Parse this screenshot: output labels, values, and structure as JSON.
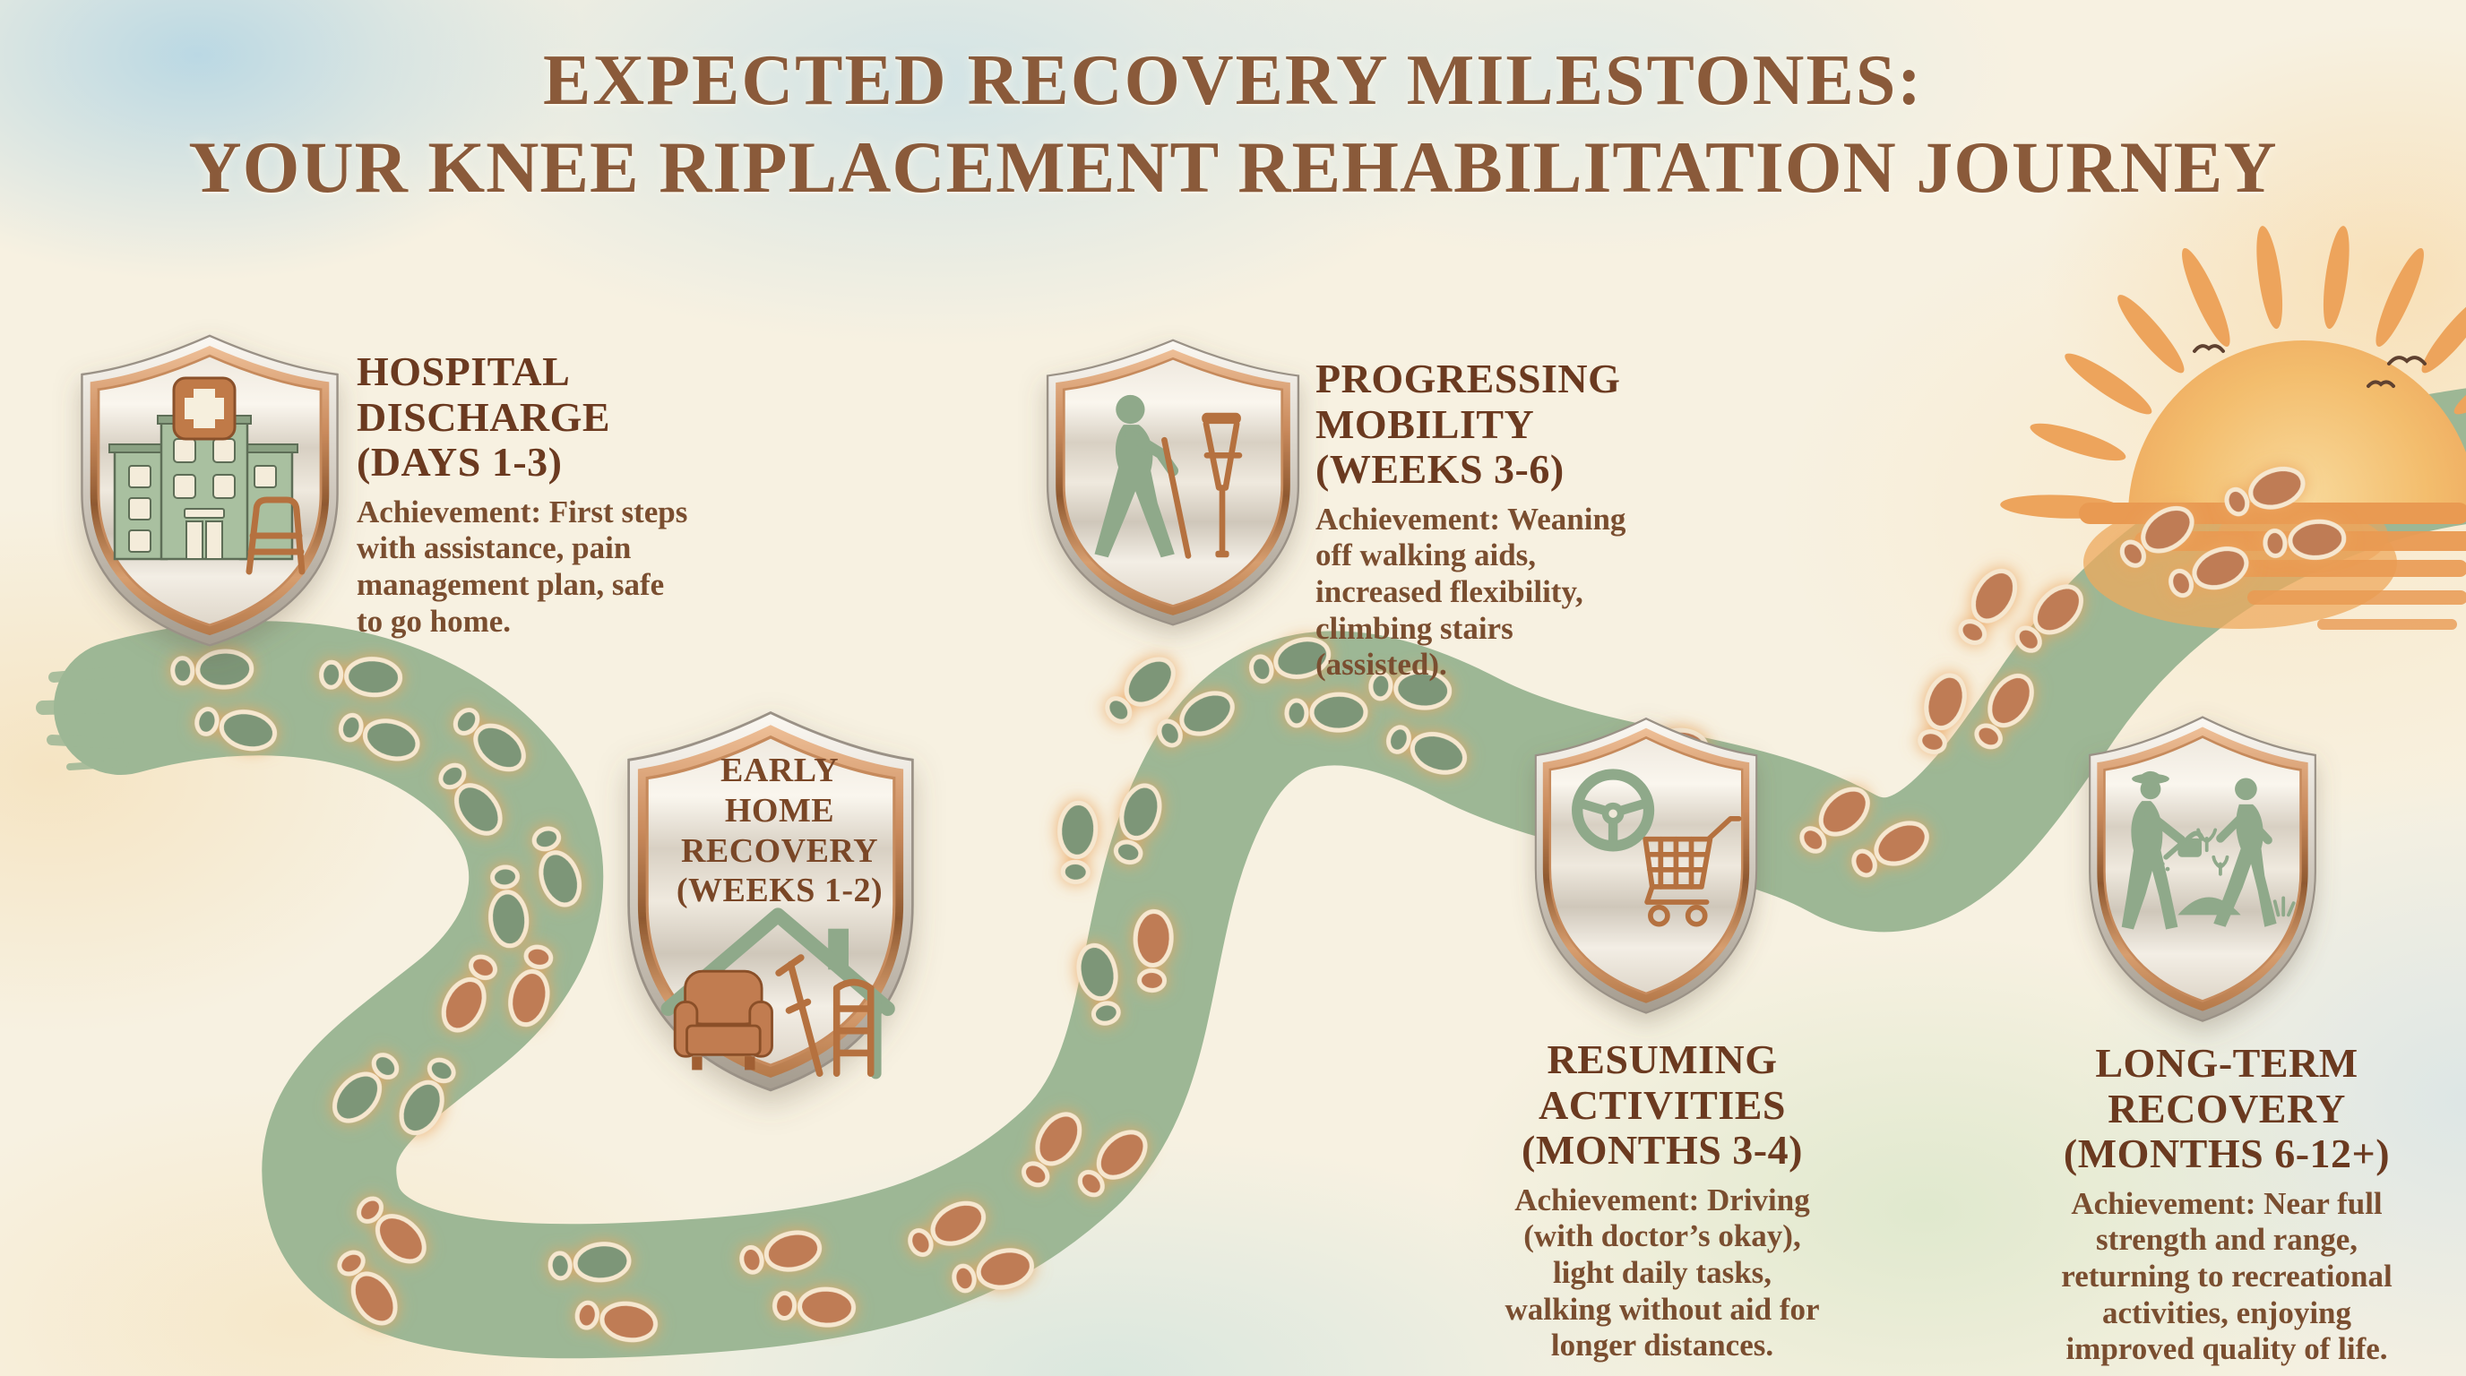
{
  "title": {
    "line1": "EXPECTED RECOVERY MILESTONES:",
    "line2": "YOUR KNEE RIPLACEMENT REHABILITATION JOURNEY"
  },
  "milestones": [
    {
      "id": "hospital-discharge",
      "icon": "hospital-building-with-walker-icon",
      "heading": "HOSPITAL\nDISCHARGE\n(DAYS 1-3)",
      "description": "Achievement: First steps\nwith assistance, pain\nmanagement plan, safe\nto go home."
    },
    {
      "id": "early-home-recovery",
      "icon": "house-armchair-crutch-icon",
      "shield_label": "EARLY\nHOME\nRECOVERY\n(WEEKS 1-2)"
    },
    {
      "id": "progressing-mobility",
      "icon": "person-walking-with-crutches-icon",
      "heading": "PROGRESSING\nMOBILITY\n(WEEKS 3-6)",
      "description": "Achievement: Weaning\noff walking aids,\nincreased flexibility,\nclimbing stairs\n(assisted)."
    },
    {
      "id": "resuming-activities",
      "icon": "steering-wheel-shopping-cart-icon",
      "heading": "RESUMING\nACTIVITIES\n(MONTHS 3-4)",
      "description": "Achievement: Driving\n(with doctor’s okay),\nlight daily tasks,\nwalking without aid for\nlonger distances."
    },
    {
      "id": "long-term-recovery",
      "icon": "gardening-and-walking-people-icon",
      "heading": "LONG-TERM\nRECOVERY\n(MONTHS 6-12+)",
      "description": "Achievement: Near full\nstrength and range,\nreturning to recreational\nactivities, enjoying\nimproved quality of life."
    }
  ],
  "scene": {
    "path_icon": "winding-footpath",
    "footprints_icon": "shoe-footprints",
    "sun_icon": "rising-sun-with-rays",
    "birds_count": 3
  },
  "colors": {
    "title_brown": "#8a5a3a",
    "heading_brown": "#6b3a20",
    "body_brown": "#7a4e30",
    "path_green": "#9db795",
    "footprint_green": "#7d9678",
    "footprint_copper": "#bf7b54",
    "footprint_outline": "#f6e7cf",
    "footprint_glow": "#eba55f",
    "shield_copper": "#c08054",
    "icon_green": "#8fa98a",
    "icon_copper": "#b5713f",
    "sun_core": "#f3bd6d",
    "sun_ray": "#eda45c",
    "sun_streak": "#e99a52",
    "bird_brown": "#5f4130",
    "background_cream": "#f7f1e1"
  }
}
